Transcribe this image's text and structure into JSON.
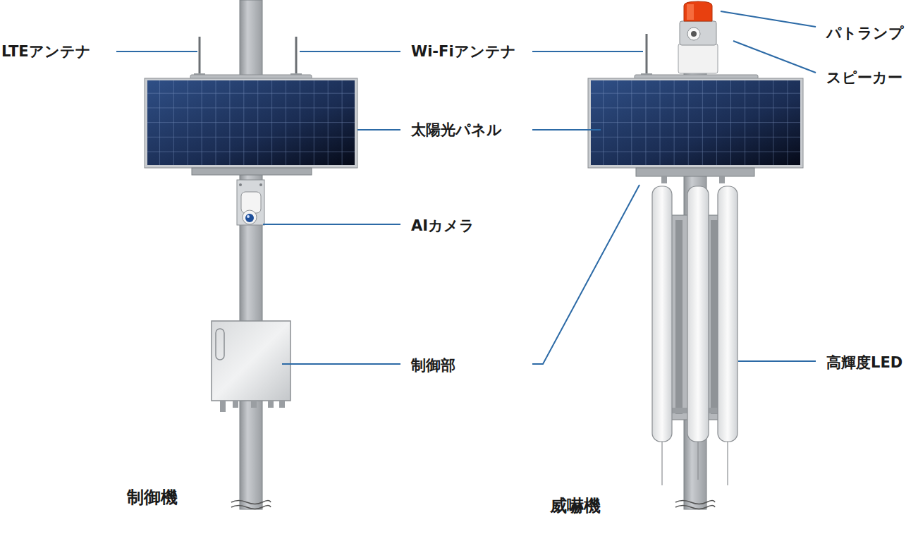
{
  "diagram": {
    "labels": [
      "LTEアンテナ",
      "Wi-Fiアンテナ",
      "パトランプ",
      "スピーカー",
      "太陽光パネル",
      "AIカメラ",
      "制御部",
      "高輝度LED",
      "制御機",
      "威嚇機"
    ]
  }
}
